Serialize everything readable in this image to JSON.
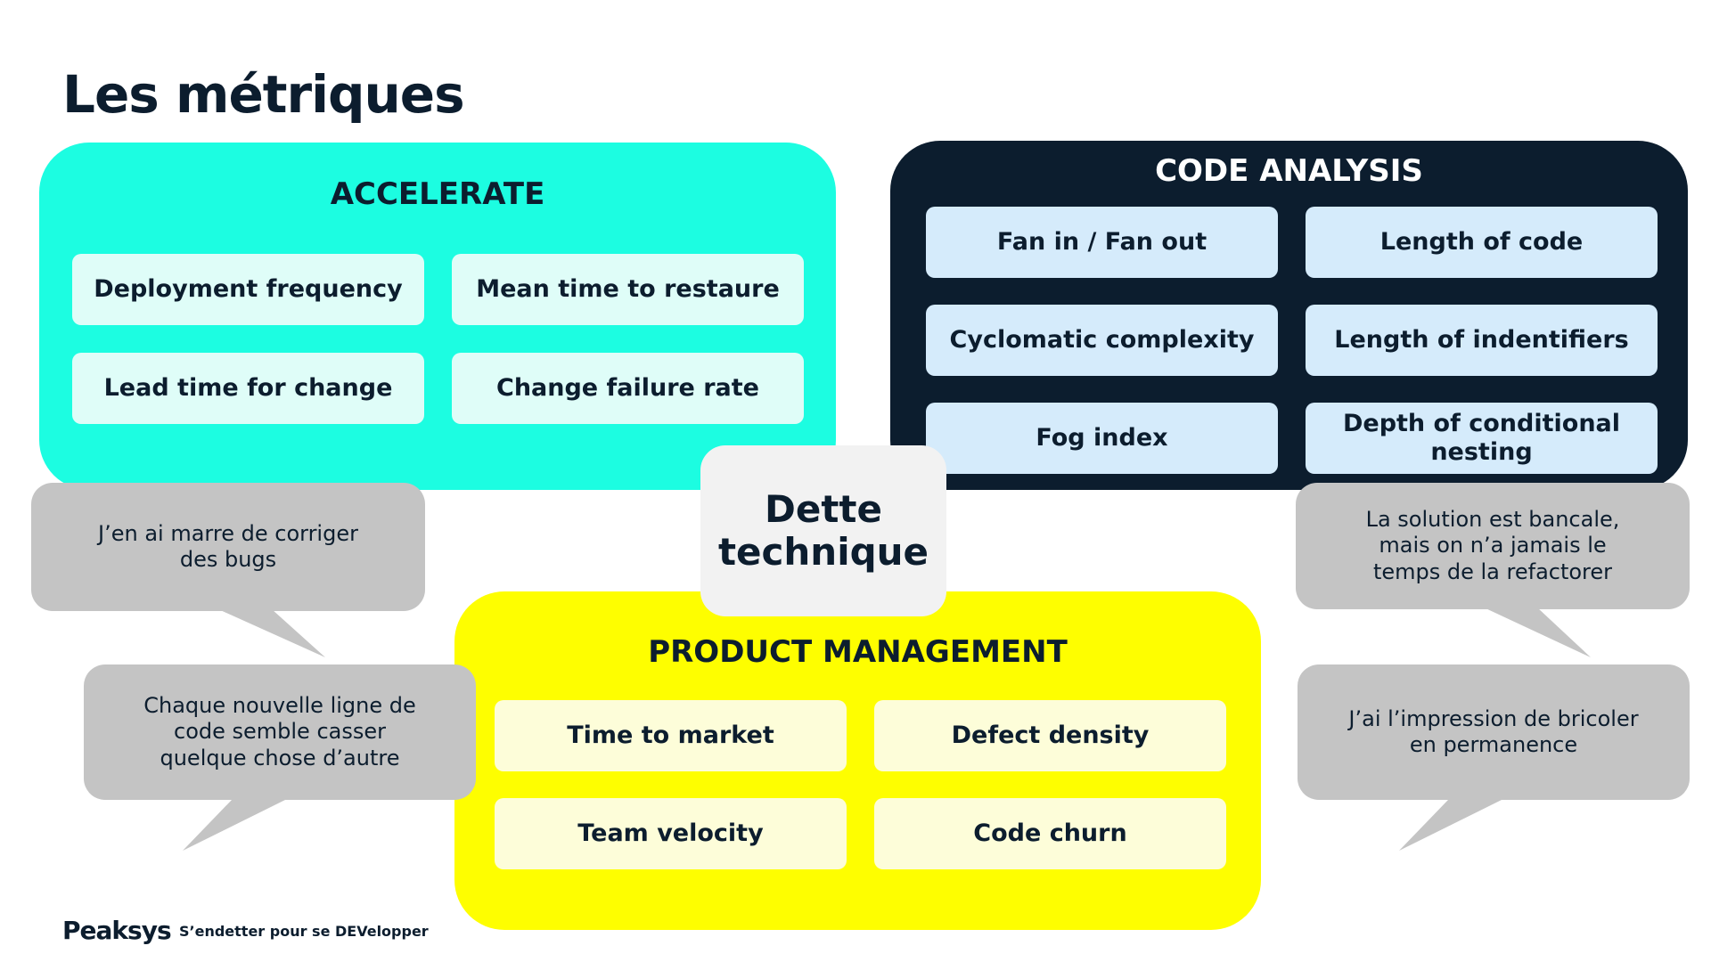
{
  "title": "Les métriques",
  "accelerate": {
    "title": "ACCELERATE",
    "items": [
      "Deployment frequency",
      "Mean time to restaure",
      "Lead time for change",
      "Change failure rate"
    ],
    "color": "#1cfde1"
  },
  "code_analysis": {
    "title": "CODE ANALYSIS",
    "items": [
      "Fan in / Fan out",
      "Length of code",
      "Cyclomatic complexity",
      "Length of indentifiers",
      "Fog index",
      "Depth of conditional nesting"
    ],
    "color": "#0c1d2e"
  },
  "product_management": {
    "title": "PRODUCT MANAGEMENT",
    "items": [
      "Time to market",
      "Defect density",
      "Team velocity",
      "Code churn"
    ],
    "color": "#fefe00"
  },
  "center": {
    "line1": "Dette",
    "line2": "technique"
  },
  "quotes": [
    "J’en ai marre de corriger\ndes bugs",
    "Chaque nouvelle ligne de\ncode semble casser\nquelque chose d’autre",
    "La solution est bancale,\nmais on n’a jamais le\ntemps de la refactorer",
    "J’ai l’impression de bricoler\nen permanence"
  ],
  "footer": {
    "brand": "Peaksys",
    "tagline": "S’endetter pour se DEVelopper"
  }
}
